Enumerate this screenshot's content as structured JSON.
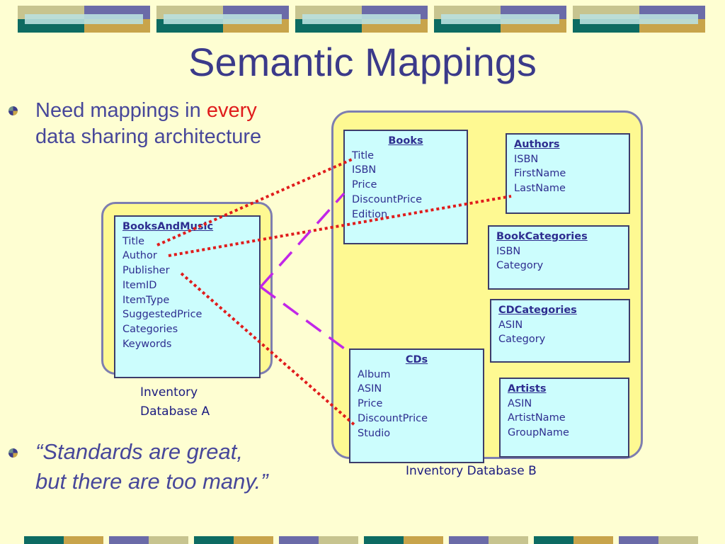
{
  "title": "Semantic Mappings",
  "bullets": [
    {
      "text_before": "Need mappings in ",
      "highlight": "every",
      "text_after": "data sharing architecture"
    },
    {
      "quote_open": "“",
      "line1": "Standards are great,",
      "line2": "but there are too many.",
      "quote_close": "”"
    }
  ],
  "database_a": {
    "caption_line1": "Inventory",
    "caption_line2": "Database A",
    "table": {
      "name": "BooksAndMusic",
      "fields": [
        "Title",
        "Author",
        "Publisher",
        "ItemID",
        "ItemType",
        "SuggestedPrice",
        "Categories",
        "Keywords"
      ]
    }
  },
  "database_b": {
    "caption": "Inventory Database B",
    "tables": [
      {
        "name": "Books",
        "fields": [
          "Title",
          "ISBN",
          "Price",
          "DiscountPrice",
          "Edition"
        ]
      },
      {
        "name": "Authors",
        "fields": [
          "ISBN",
          "FirstName",
          "LastName"
        ]
      },
      {
        "name": "BookCategories",
        "fields": [
          "ISBN",
          "Category"
        ]
      },
      {
        "name": "CDCategories",
        "fields": [
          "ASIN",
          "Category"
        ]
      },
      {
        "name": "CDs",
        "fields": [
          "Album",
          "ASIN",
          "Price",
          "DiscountPrice",
          "Studio"
        ]
      },
      {
        "name": "Artists",
        "fields": [
          "ASIN",
          "ArtistName",
          "GroupName"
        ]
      }
    ]
  },
  "colors": {
    "background": "#fefed2",
    "title": "#3b3a8a",
    "table_fill": "#ccfdfd",
    "db_fill": "#fef992",
    "mapping_dotted": "#e01c1c",
    "mapping_dashed": "#c126e8"
  }
}
